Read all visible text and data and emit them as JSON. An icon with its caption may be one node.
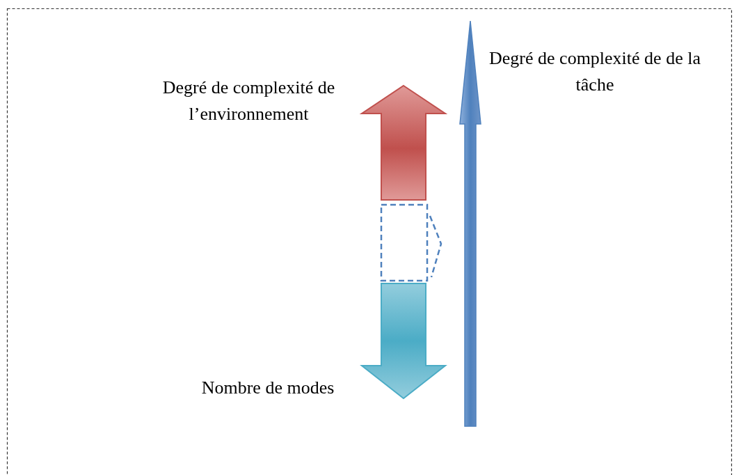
{
  "diagram": {
    "labels": [
      "Degré de complexité de de la tâche",
      "Degré de complexité de l’environnement",
      "Nombre de modes"
    ]
  }
}
